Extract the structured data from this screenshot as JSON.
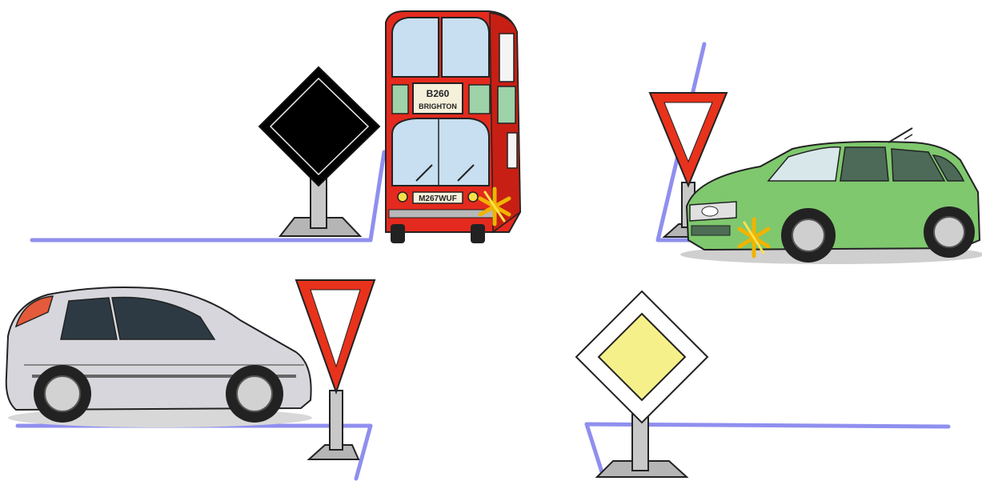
{
  "scene": {
    "description_hidden": "",
    "bus": {
      "route_number": "B260",
      "destination": "BRIGHTON",
      "plate": "M267WUF"
    },
    "colors": {
      "road_line": "#8f8fef",
      "bus_red": "#e42a1e",
      "car_green": "#7fc86e",
      "car_silver": "#d6d6dc",
      "yield_red": "#e8321c",
      "priority_yellow": "#f6f08a",
      "indicator": "#ffcc00"
    },
    "icons": [
      "priority-road-sign-black",
      "give-way-sign",
      "priority-road-sign",
      "bus",
      "green-estate-car",
      "silver-hatchback-car",
      "turn-indicator-flash"
    ]
  }
}
